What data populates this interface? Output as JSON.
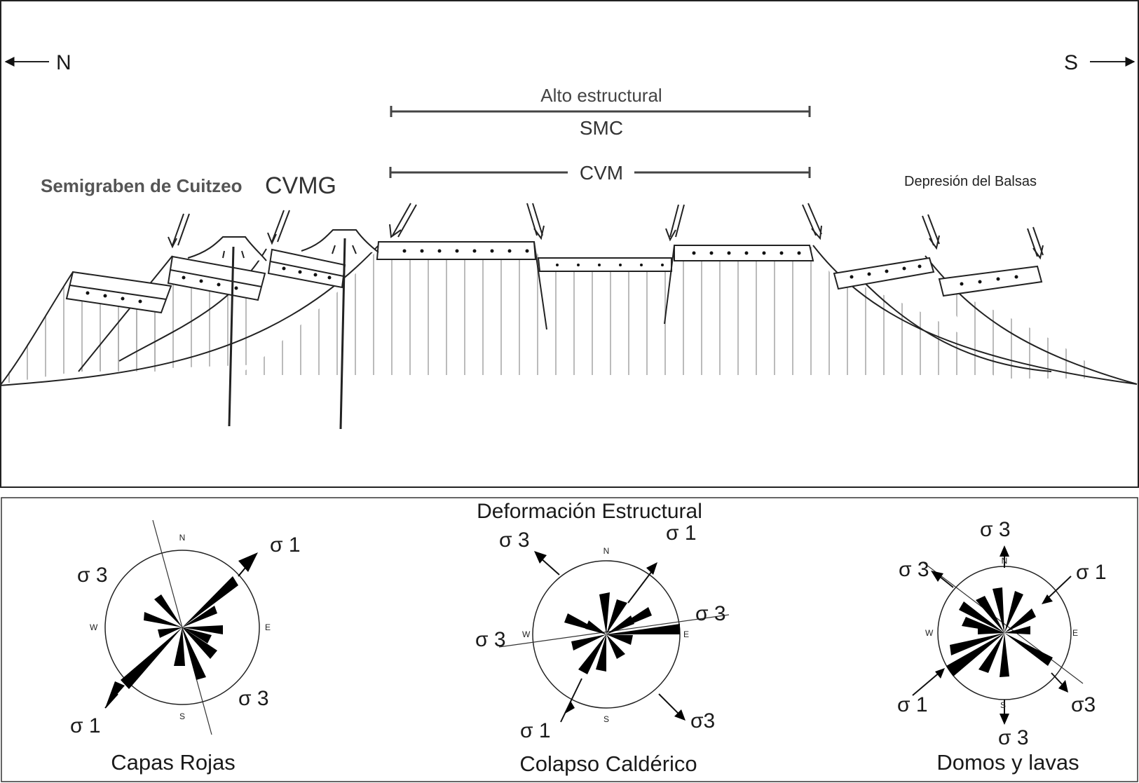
{
  "section": {
    "north_label": "N",
    "south_label": "S",
    "alto_estructural": "Alto estructural",
    "smc": "SMC",
    "cvm": "CVM",
    "semigraben": "Semigraben de Cuitzeo",
    "cvmg": "CVMG",
    "balsas": "Depresión del Balsas"
  },
  "deformation": {
    "title": "Deformación Estructural",
    "cardinals": {
      "n": "N",
      "s": "S",
      "e": "E",
      "w": "W"
    },
    "diagrams": [
      {
        "caption": "Capas Rojas",
        "sigma_labels": [
          "σ 1",
          "σ 3",
          "σ 3",
          "σ 1"
        ]
      },
      {
        "caption": "Colapso Caldérico",
        "sigma_labels": [
          "σ 3",
          "σ 1",
          "σ 3",
          "σ 3",
          "σ3",
          "σ 1"
        ]
      },
      {
        "caption": "Domos y lavas",
        "sigma_labels": [
          "σ 3",
          "σ 3",
          "σ 1",
          "σ 1",
          "σ3",
          "σ 3"
        ]
      }
    ]
  }
}
